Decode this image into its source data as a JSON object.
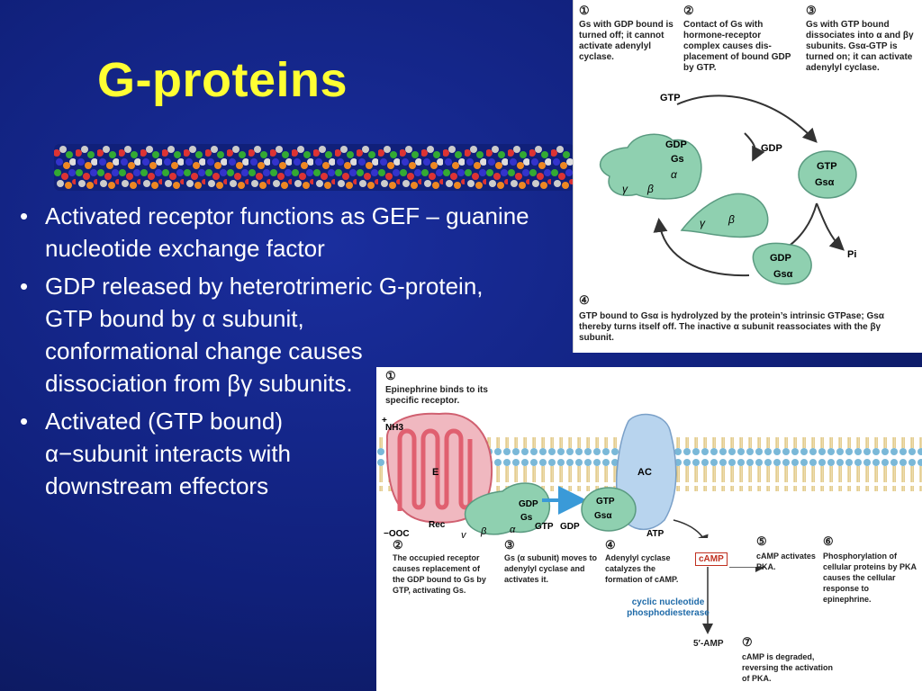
{
  "slide": {
    "title": "G-proteins",
    "bullets": [
      {
        "text": "Activated receptor functions as GEF – guanine nucleotide exchange factor"
      },
      {
        "line1": "GDP released by heterotrimeric G-protein, GTP bound by α subunit,",
        "line2": "conformational change causes dissociation from βγ subunits."
      },
      {
        "text": "Activated (GTP bound) α−subunit interacts with downstream effectors"
      }
    ],
    "bullet_char": "•"
  },
  "figure_top": {
    "steps": [
      {
        "num": "①",
        "caption": "Gs with GDP bound is turned off; it cannot activate adenylyl cyclase."
      },
      {
        "num": "②",
        "caption": "Contact of Gs with hormone-receptor complex causes dis-placement of bound GDP by GTP."
      },
      {
        "num": "③",
        "caption": "Gs with GTP bound dissociates into α and βγ subunits. Gsα-GTP is turned on; it can activate adenylyl cyclase."
      },
      {
        "num": "④",
        "caption": "GTP bound to Gsα is hydrolyzed by the protein’s intrinsic GTPase; Gsα thereby turns itself off. The inactive α subunit reassociates with the βγ subunit."
      }
    ],
    "labels": {
      "gtp": "GTP",
      "gdp": "GDP",
      "gs": "Gs",
      "gsa": "Gsα",
      "alpha": "α",
      "beta": "β",
      "gamma": "γ",
      "pi": "Pi"
    }
  },
  "figure_bottom": {
    "steps": [
      {
        "num": "①",
        "caption": "Epinephrine binds to its specific receptor."
      },
      {
        "num": "②",
        "caption": "The occupied receptor causes replacement of the GDP bound to Gs by GTP, activating Gs."
      },
      {
        "num": "③",
        "caption": "Gs (α subunit) moves to adenylyl cyclase and activates it."
      },
      {
        "num": "④",
        "caption": "Adenylyl cyclase catalyzes the formation of cAMP."
      },
      {
        "num": "⑤",
        "caption": "cAMP activates PKA."
      },
      {
        "num": "⑥",
        "caption": "Phosphorylation of cellular proteins by PKA causes the cellular response to epinephrine."
      },
      {
        "num": "⑦",
        "caption": "cAMP is degraded, reversing the activation of PKA."
      }
    ],
    "labels": {
      "nh3": "NH3",
      "ooc": "−OOC",
      "e": "E",
      "rec": "Rec",
      "gdp": "GDP",
      "gs": "Gs",
      "gtp": "GTP",
      "gsa": "Gsα",
      "ac": "AC",
      "atp": "ATP",
      "camp": "cAMP",
      "amp5": "5′-AMP",
      "pde": "cyclic nucleotide phosphodiesterase",
      "alpha": "α",
      "beta": "β",
      "gamma": "γ",
      "plus": "+"
    }
  },
  "colors": {
    "title": "#ffff33",
    "bg": "#10207a",
    "protein": "#8fd0b0",
    "receptor": "#e06070",
    "enzyme": "#a8c8e8",
    "camp_red": "#c03020",
    "arrow_blue": "#3a9ad8"
  }
}
